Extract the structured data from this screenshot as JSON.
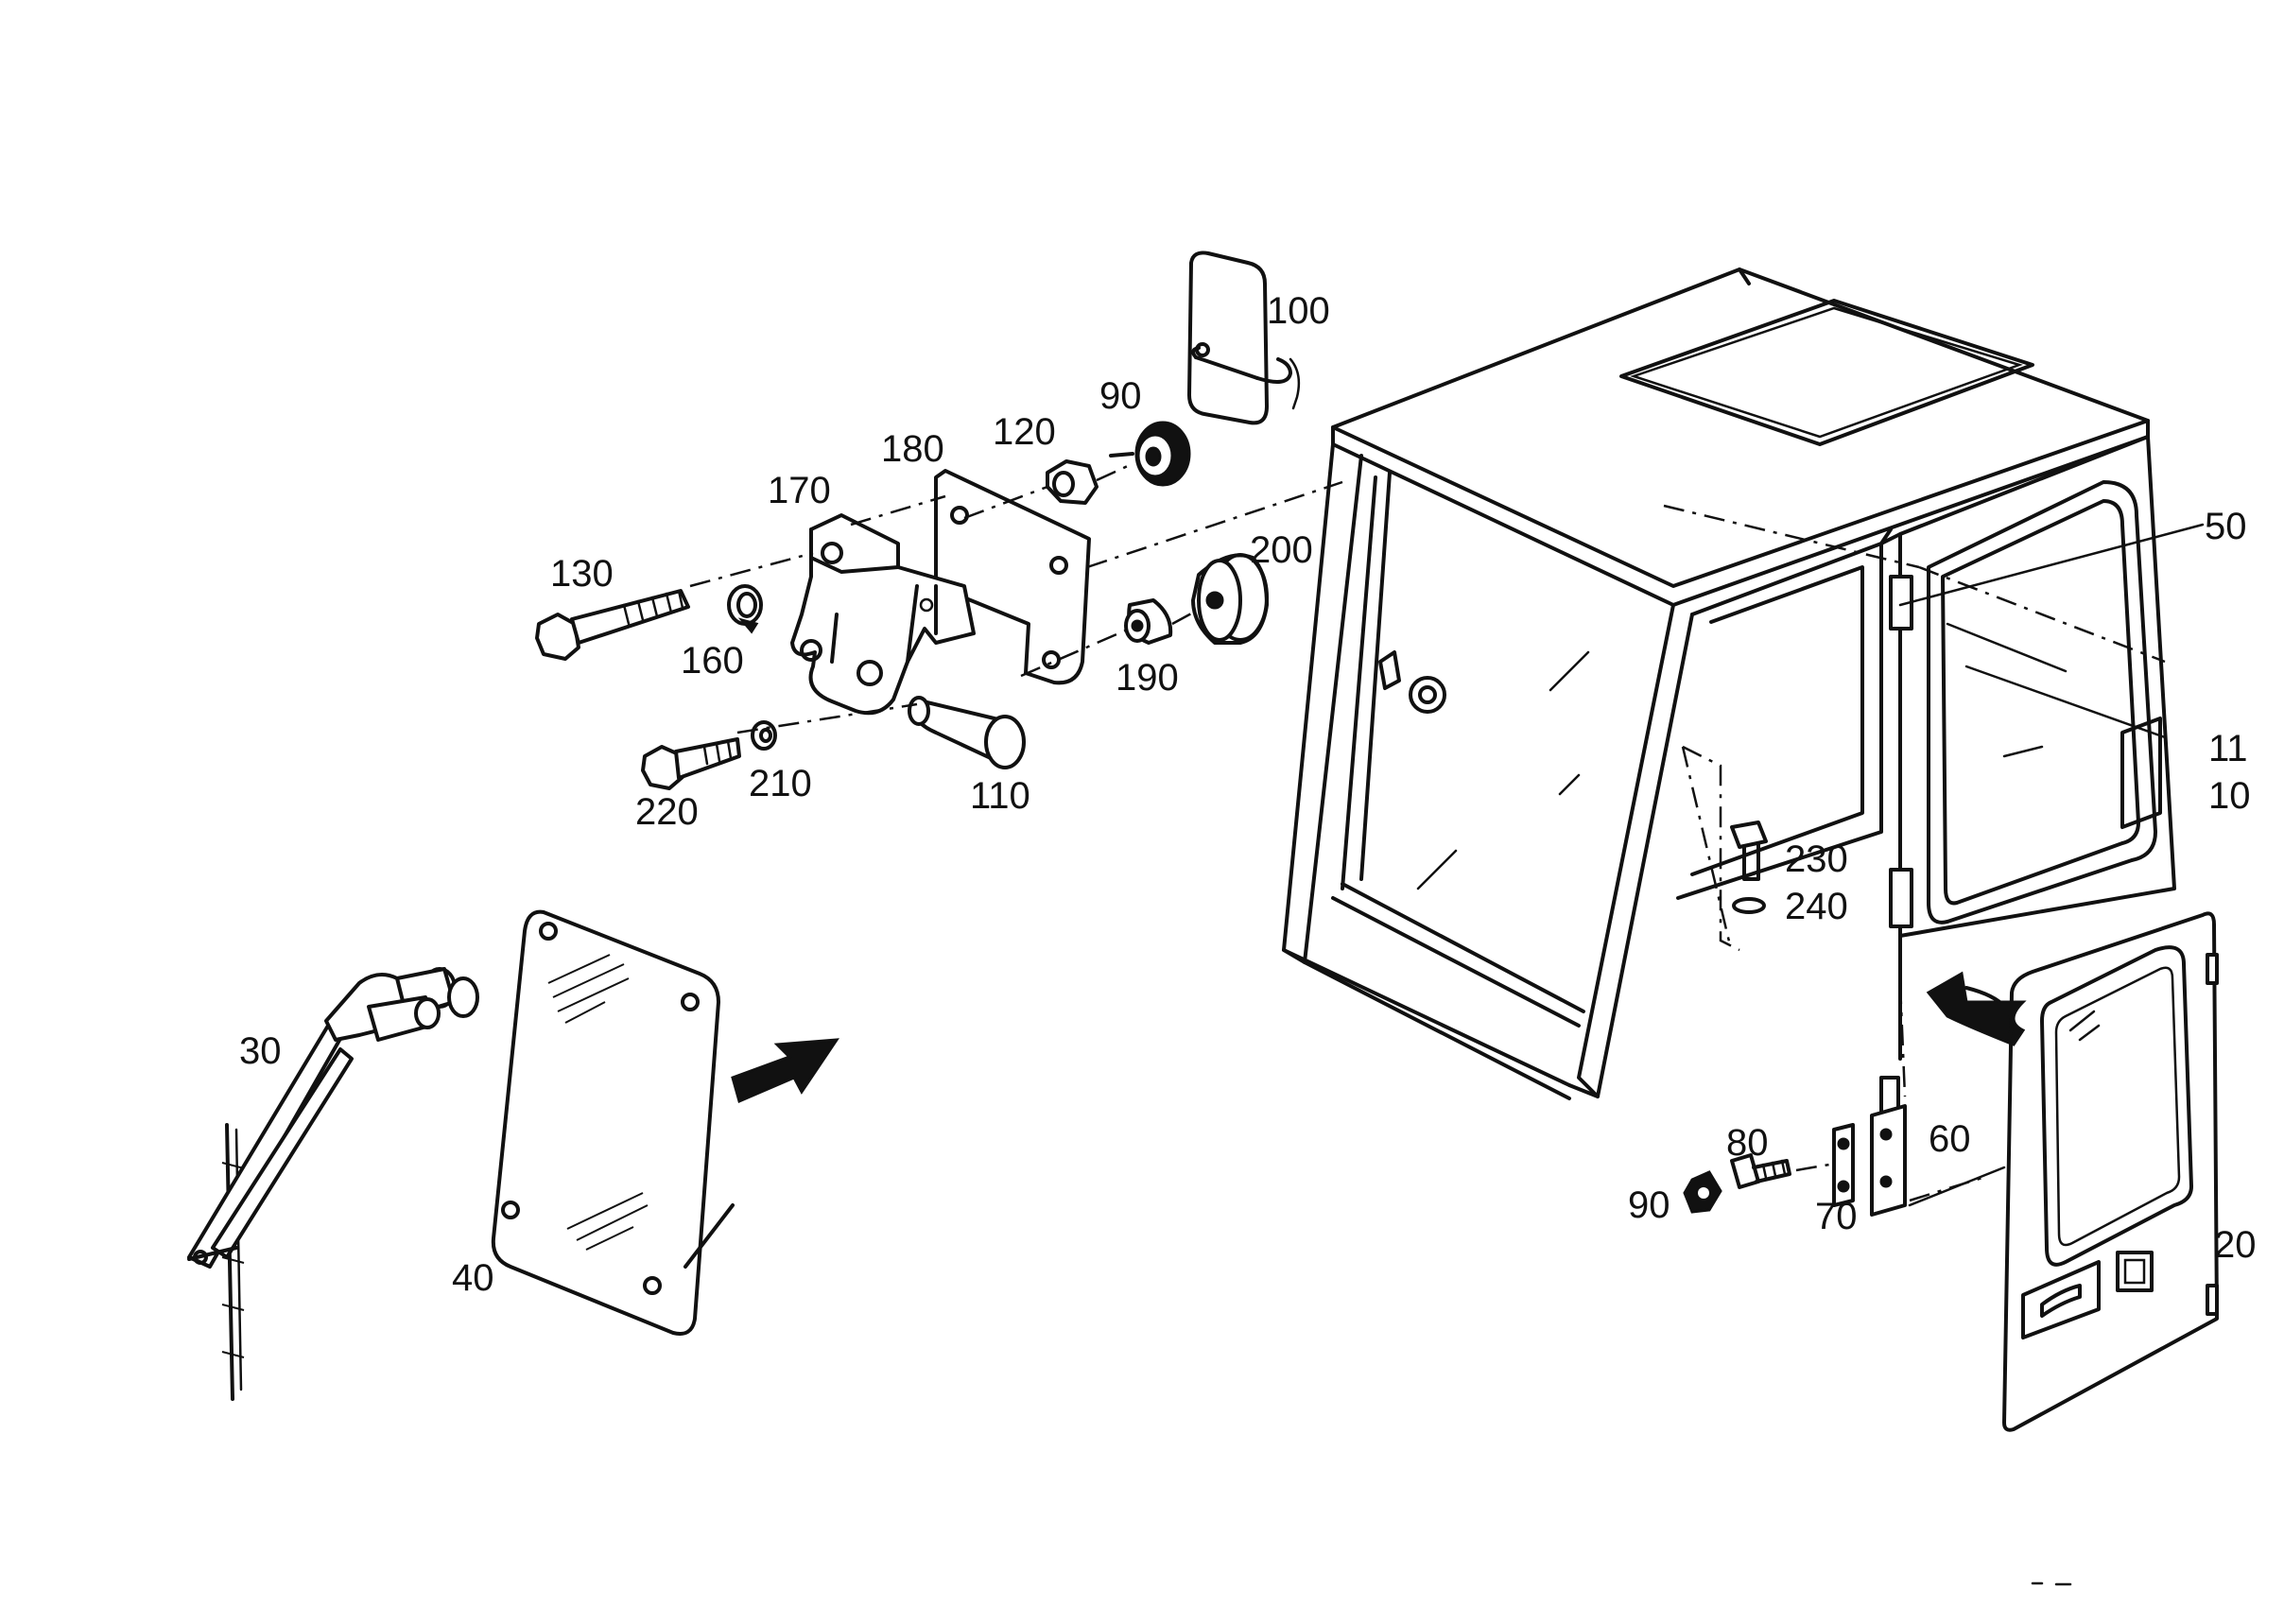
{
  "labels": [
    {
      "id": "100",
      "text": "100"
    },
    {
      "id": "90a",
      "text": "90"
    },
    {
      "id": "120",
      "text": "120"
    },
    {
      "id": "180",
      "text": "180"
    },
    {
      "id": "170",
      "text": "170"
    },
    {
      "id": "130",
      "text": "130"
    },
    {
      "id": "160",
      "text": "160"
    },
    {
      "id": "200",
      "text": "200"
    },
    {
      "id": "190",
      "text": "190"
    },
    {
      "id": "110",
      "text": "110"
    },
    {
      "id": "210",
      "text": "210"
    },
    {
      "id": "220",
      "text": "220"
    },
    {
      "id": "50",
      "text": "50"
    },
    {
      "id": "11",
      "text": "11"
    },
    {
      "id": "10",
      "text": "10"
    },
    {
      "id": "230",
      "text": "230"
    },
    {
      "id": "240",
      "text": "240"
    },
    {
      "id": "80",
      "text": "80"
    },
    {
      "id": "60",
      "text": "60"
    },
    {
      "id": "90b",
      "text": "90"
    },
    {
      "id": "70",
      "text": "70"
    },
    {
      "id": "20",
      "text": "20"
    },
    {
      "id": "30",
      "text": "30"
    },
    {
      "id": "40",
      "text": "40"
    }
  ]
}
